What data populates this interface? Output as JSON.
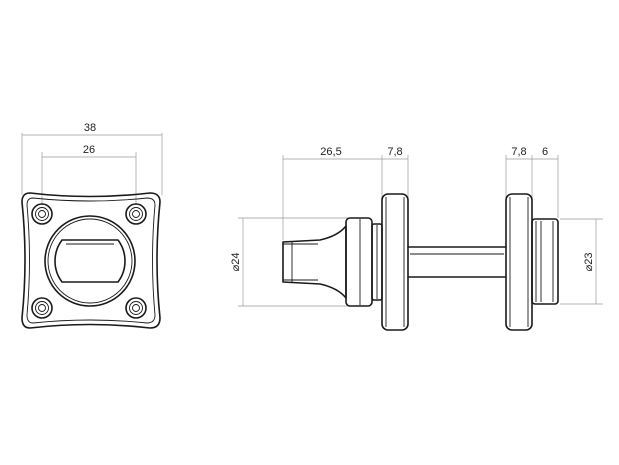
{
  "front_view": {
    "outer_width_label": "38",
    "hole_spacing_label": "26"
  },
  "side_view": {
    "spindle_length_label": "26,5",
    "rose_thickness_left_label": "7,8",
    "rose_thickness_right_label": "7,8",
    "knob_thickness_label": "6",
    "turn_diameter_label": "⌀24",
    "knob_diameter_label": "⌀23"
  }
}
